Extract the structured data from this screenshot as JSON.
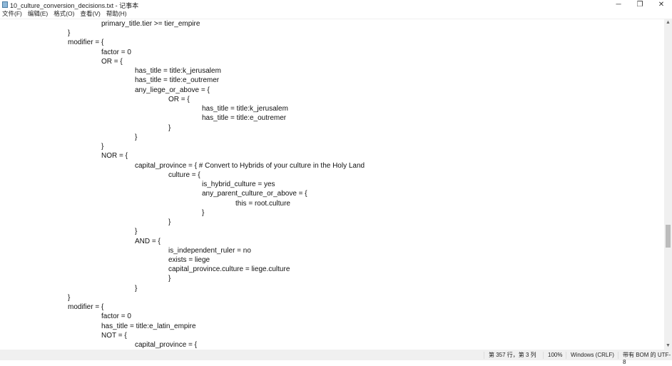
{
  "window": {
    "title": "10_culture_conversion_decisions.txt - 记事本",
    "minimize": "─",
    "maximize": "❐",
    "close": "✕"
  },
  "menu": [
    "文件(F)",
    "编辑(E)",
    "格式(O)",
    "查看(V)",
    "帮助(H)"
  ],
  "lines": [
    {
      "tabs": 2,
      "text": "primary_title.tier >= tier_empire"
    },
    {
      "tabs": 1,
      "text": "}"
    },
    {
      "tabs": 1,
      "text": "modifier = {"
    },
    {
      "tabs": 2,
      "text": "factor = 0"
    },
    {
      "tabs": 2,
      "text": "OR = {"
    },
    {
      "tabs": 3,
      "text": "has_title = title:k_jerusalem"
    },
    {
      "tabs": 3,
      "text": "has_title = title:e_outremer"
    },
    {
      "tabs": 3,
      "text": "any_liege_or_above = {"
    },
    {
      "tabs": 4,
      "text": "OR = {"
    },
    {
      "tabs": 5,
      "text": "has_title = title:k_jerusalem"
    },
    {
      "tabs": 5,
      "text": "has_title = title:e_outremer"
    },
    {
      "tabs": 4,
      "text": "}"
    },
    {
      "tabs": 3,
      "text": "}"
    },
    {
      "tabs": 2,
      "text": "}"
    },
    {
      "tabs": 2,
      "text": "NOR = {"
    },
    {
      "tabs": 3,
      "text": "capital_province = { # Convert to Hybrids of your culture in the Holy Land"
    },
    {
      "tabs": 4,
      "text": "culture = {"
    },
    {
      "tabs": 5,
      "text": "is_hybrid_culture = yes"
    },
    {
      "tabs": 5,
      "text": "any_parent_culture_or_above = {"
    },
    {
      "tabs": 6,
      "text": "this = root.culture"
    },
    {
      "tabs": 5,
      "text": "}"
    },
    {
      "tabs": 4,
      "text": "}"
    },
    {
      "tabs": 3,
      "text": "}"
    },
    {
      "tabs": 3,
      "text": "AND = {"
    },
    {
      "tabs": 4,
      "text": "is_independent_ruler = no"
    },
    {
      "tabs": 4,
      "text": "exists = liege"
    },
    {
      "tabs": 4,
      "text": "capital_province.culture = liege.culture"
    },
    {
      "tabs": 4,
      "text": "}"
    },
    {
      "tabs": 3,
      "text": "}"
    },
    {
      "tabs": 1,
      "text": "}"
    },
    {
      "tabs": 1,
      "text": "modifier = {"
    },
    {
      "tabs": 2,
      "text": "factor = 0"
    },
    {
      "tabs": 2,
      "text": "has_title = title:e_latin_empire"
    },
    {
      "tabs": 2,
      "text": "NOT = {"
    },
    {
      "tabs": 3,
      "text": "capital_province = {"
    }
  ],
  "status": {
    "position": "第 357 行，第 3 列",
    "zoom": "100%",
    "line_ending": "Windows (CRLF)",
    "encoding": "带有 BOM 的 UTF-8"
  },
  "scrollbar": {
    "up": "▲",
    "down": "▼",
    "position_fraction": 0.68
  }
}
